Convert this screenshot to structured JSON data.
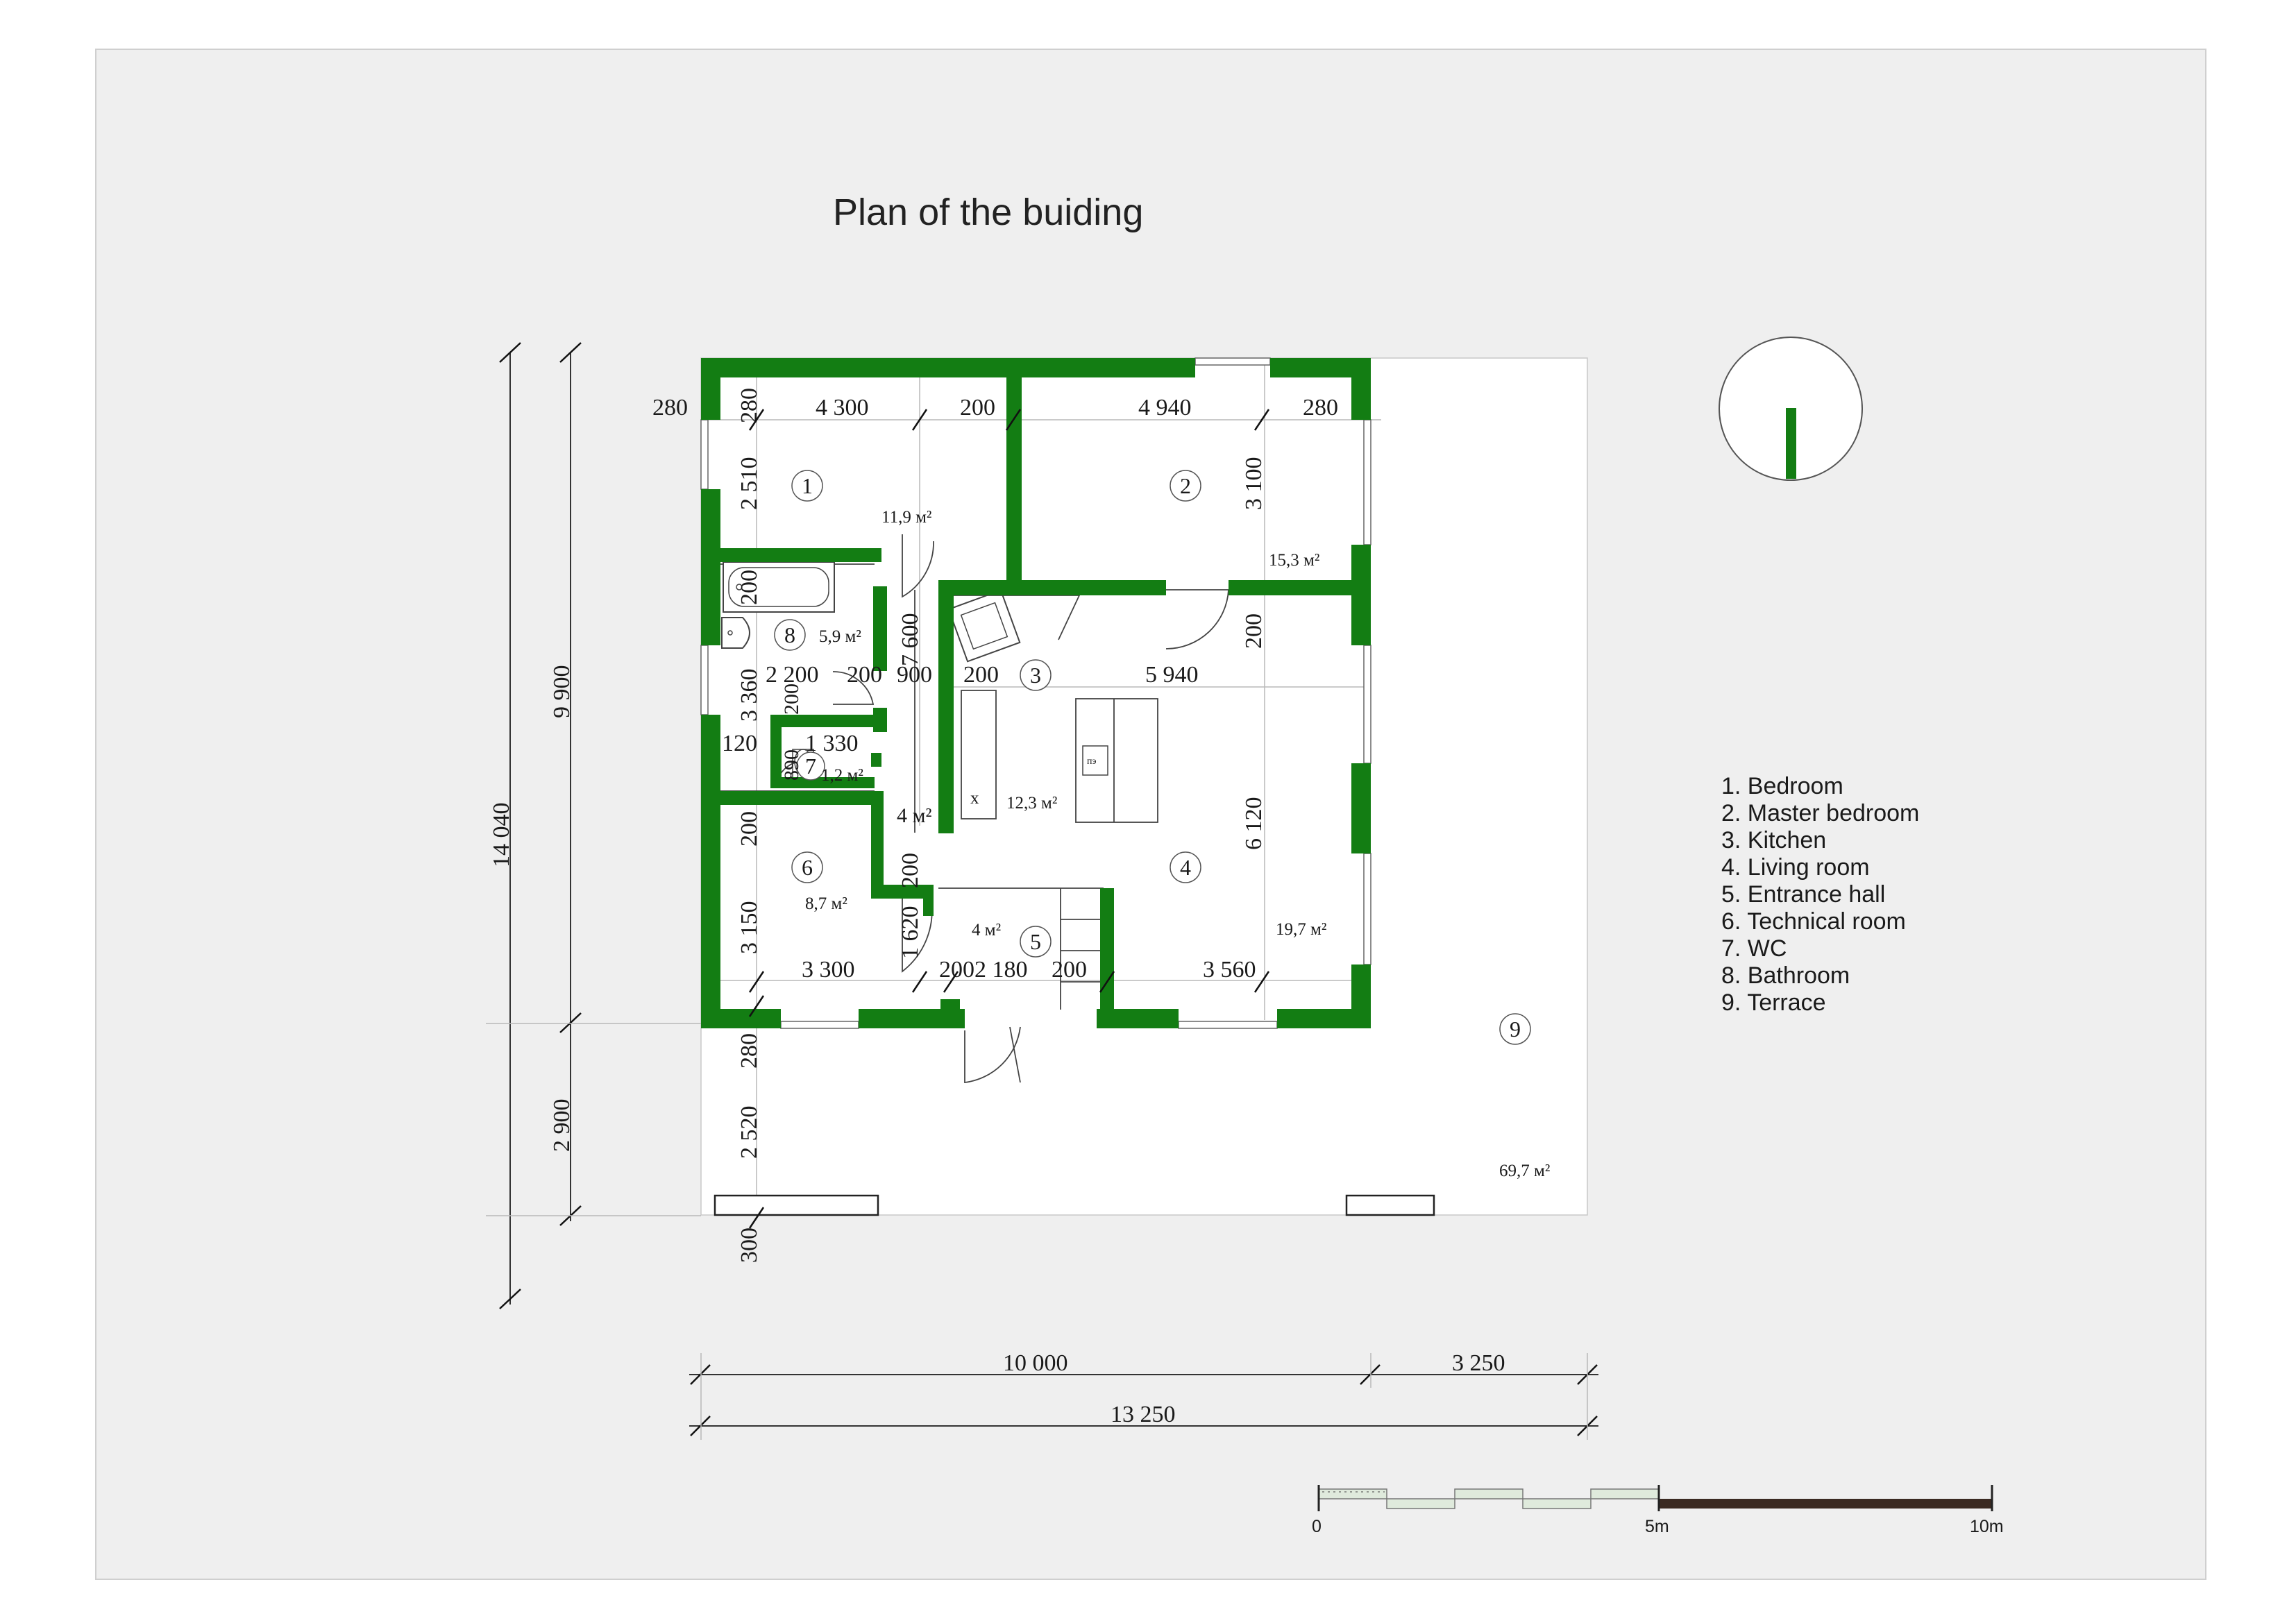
{
  "title": "Plan of the buiding",
  "colors": {
    "wall": "#137d13",
    "sheet": "#efefef",
    "floor": "#ffffff",
    "scale_light": "#dfeadc",
    "scale_dark": "#3b2a22"
  },
  "rooms": {
    "r1": {
      "num": "1",
      "area": "11,9 м²"
    },
    "r2": {
      "num": "2",
      "area": "15,3 м²"
    },
    "r3": {
      "num": "3",
      "area": "12,3 м²"
    },
    "r4": {
      "num": "4",
      "area": "19,7 м²"
    },
    "r5": {
      "num": "5",
      "area": "4 м²"
    },
    "r6": {
      "num": "6",
      "area": "8,7 м²"
    },
    "r7": {
      "num": "7",
      "area": "1,2 м²"
    },
    "r8": {
      "num": "8",
      "area": "5,9 м²"
    },
    "r9": {
      "num": "9",
      "area": "69,7 м²"
    },
    "corridor": {
      "area": "4 м²"
    }
  },
  "dims": {
    "d280a": "280",
    "d280b": "280",
    "d4300": "4 300",
    "d200a": "200",
    "d4940": "4 940",
    "d280c": "280",
    "d2510": "2 510",
    "d3100": "3 100",
    "d200b": "200",
    "d7600": "7 600",
    "d200c": "200",
    "d2200": "2 200",
    "d200d": "200",
    "d900": "900",
    "d200e": "200",
    "d5940": "5 940",
    "d3360": "3 360",
    "d200f": "200",
    "d120": "120",
    "d1330": "1 330",
    "d890": "890",
    "d200g": "200",
    "d6120": "6 120",
    "d200h": "200",
    "d3150": "3 150",
    "d1620": "1 620",
    "d3300": "3 300",
    "d2002180": "2002 180",
    "d200i": "200",
    "d3560": "3 560",
    "d280d": "280",
    "d2520": "2 520",
    "d300": "300",
    "d9900": "9 900",
    "d14040": "14 040",
    "d2900": "2 900",
    "d10000": "10 000",
    "d3250": "3 250",
    "d13250": "13 250"
  },
  "fixtures": {
    "stove": "пэ",
    "sink": "x"
  },
  "legend": [
    "1. Bedroom",
    "2. Master bedroom",
    "3. Kitchen",
    "4. Living room",
    "5. Entrance hall",
    "6. Technical room",
    "7. WC",
    "8. Bathroom",
    "9. Terrace"
  ],
  "scale": {
    "s0": "0",
    "s5": "5m",
    "s10": "10m"
  }
}
